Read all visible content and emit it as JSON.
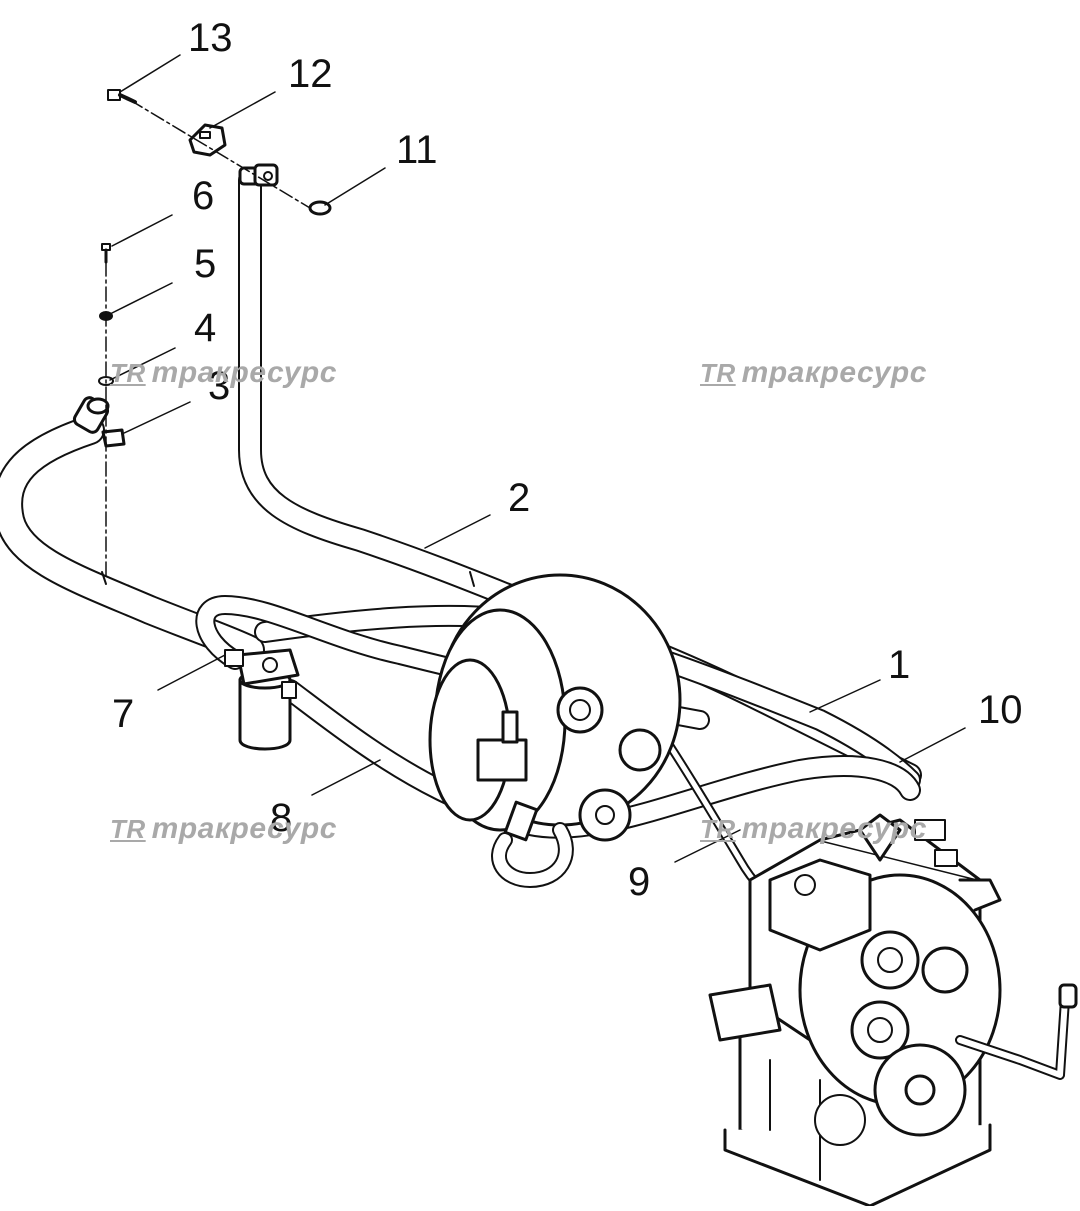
{
  "callouts": {
    "c1": "1",
    "c2": "2",
    "c3": "3",
    "c4": "4",
    "c5": "5",
    "c6": "6",
    "c7": "7",
    "c8": "8",
    "c9": "9",
    "c10": "10",
    "c11": "11",
    "c12": "12",
    "c13": "13"
  },
  "watermark": {
    "logo": "TR",
    "text": "тракресурс"
  },
  "colors": {
    "line": "#111111",
    "fill": "#ffffff",
    "watermark": "#a9a9a9"
  }
}
